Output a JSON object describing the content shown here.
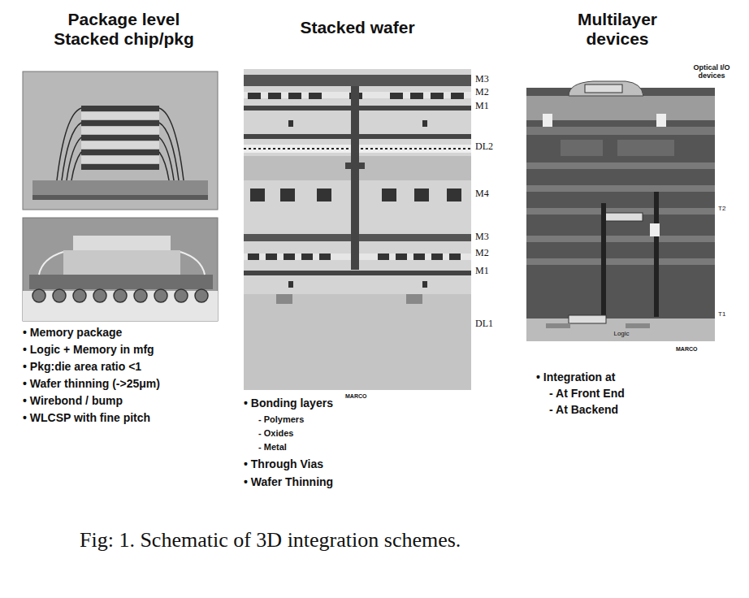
{
  "diagram": {
    "caption": "Fig: 1. Schematic of 3D integration schemes.",
    "labels": [
      "Package level Stacked chip/pkg",
      "Stacked wafer",
      "Multilayer devices",
      "• Memory package",
      "• Logic + Memory in mfg",
      "• Pkg:die area ratio <1",
      "• Wafer thinning (->25μm)",
      "• Wirebond / bump",
      "• WLCSP with fine pitch",
      "M3",
      "M2",
      "M1",
      "DL2",
      "M4",
      "M3",
      "M2",
      "M1",
      "DL1",
      "• Bonding layers",
      "MARCO",
      "- Polymers",
      "- Oxides",
      "- Metal",
      "• Through Vias",
      "• Wafer Thinning",
      "Optical I/O devices",
      "T2",
      "T1",
      "Logic",
      "MARCO",
      "• Integration at",
      "- At Front End",
      "- At Backend"
    ]
  }
}
